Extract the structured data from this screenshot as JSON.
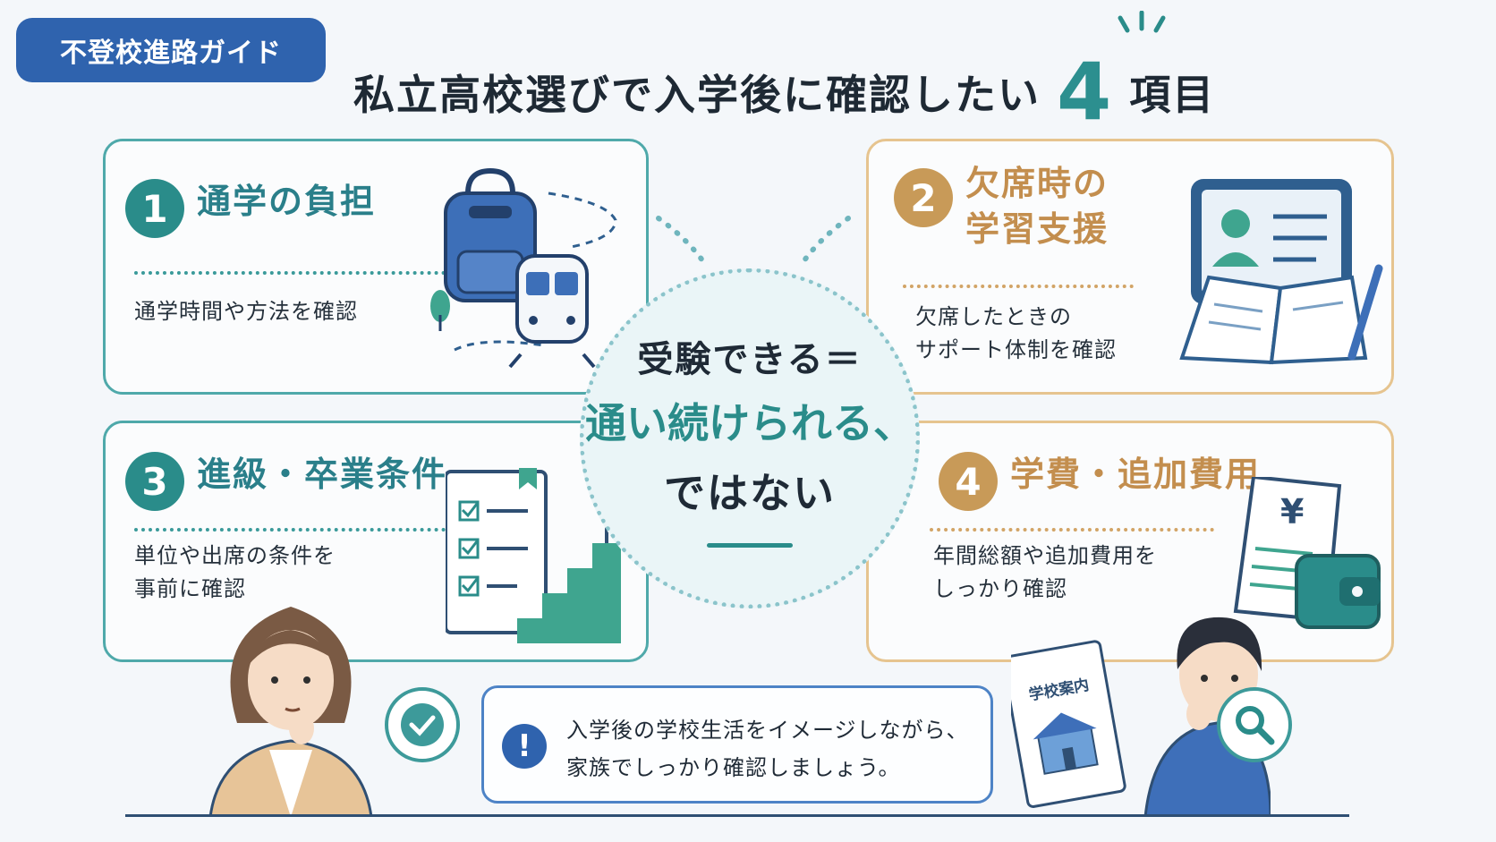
{
  "tag": "不登校進路ガイド",
  "title": {
    "before": "私立高校選びで入学後に確認したい",
    "number": "4",
    "after": "項目"
  },
  "cards": [
    {
      "num": "1",
      "heading": [
        "通学の負担"
      ],
      "body": [
        "通学時間や方法を確認"
      ]
    },
    {
      "num": "2",
      "heading": [
        "欠席時の",
        "学習支援"
      ],
      "body": [
        "欠席したときの",
        "サポート体制を確認"
      ]
    },
    {
      "num": "3",
      "heading": [
        "進級・卒業条件"
      ],
      "body": [
        "単位や出席の条件を",
        "事前に確認"
      ]
    },
    {
      "num": "4",
      "heading": [
        "学費・追加費用"
      ],
      "body": [
        "年間総額や追加費用を",
        "しっかり確認"
      ]
    }
  ],
  "center": {
    "line1": "受験できる＝",
    "line2": "通い続けられる、",
    "line3": "ではない"
  },
  "note": {
    "icon": "!",
    "lines": [
      "入学後の学校生活をイメージしながら、",
      "家族でしっかり確認しましょう。"
    ]
  },
  "brochure_label": "学校案内",
  "price_symbol": "¥",
  "colors": {
    "teal": "#2a8c8a",
    "gold": "#c89a58",
    "blue": "#2f63ae",
    "navy": "#1f2a36"
  },
  "icons": [
    "backpack-icon",
    "train-icon",
    "tree-icon",
    "tablet-profile-icon",
    "book-icon",
    "pencil-icon",
    "checklist-icon",
    "stairs-flag-icon",
    "receipt-yen-icon",
    "wallet-icon",
    "check-icon",
    "search-icon",
    "school-icon"
  ]
}
